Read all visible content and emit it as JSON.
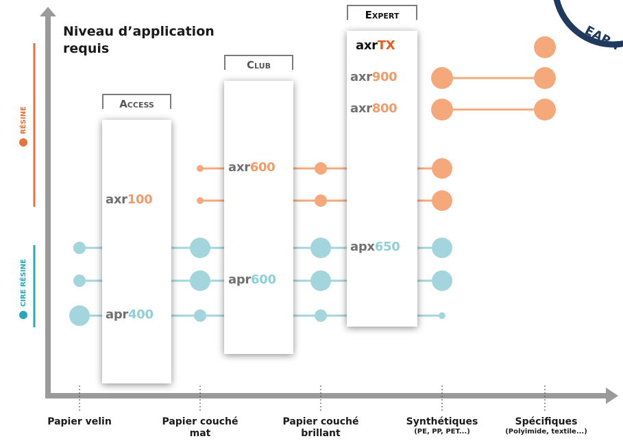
{
  "title": "Niveau d’application requis",
  "y_groups": [
    {
      "label": "RÉSINE",
      "color": "#e8733a",
      "icon": "resin-icon"
    },
    {
      "label": "CIRE RÉSINE",
      "color": "#2aa7b8",
      "icon": "wax-resin-icon"
    }
  ],
  "tiers": [
    {
      "label": "Access"
    },
    {
      "label": "Club"
    },
    {
      "label": "Expert"
    }
  ],
  "products": [
    {
      "prefix": "axr",
      "suffix": "TX"
    },
    {
      "prefix": "axr",
      "suffix": "900"
    },
    {
      "prefix": "axr",
      "suffix": "800"
    },
    {
      "prefix": "axr",
      "suffix": "600"
    },
    {
      "prefix": "axr",
      "suffix": "100"
    },
    {
      "prefix": "apx",
      "suffix": "650"
    },
    {
      "prefix": "apr",
      "suffix": "600"
    },
    {
      "prefix": "apr",
      "suffix": "400"
    }
  ],
  "x_categories": [
    {
      "label": "Papier velin",
      "sub": ""
    },
    {
      "label": "Papier couché mat",
      "sub": ""
    },
    {
      "label": "Papier couché brillant",
      "sub": ""
    },
    {
      "label": "Synthétiques",
      "sub": "(PE, PP, PET...)"
    },
    {
      "label": "Spécifiques",
      "sub": "(Polyimide, textile...)"
    }
  ],
  "colors": {
    "resin": "#f5a97a",
    "wax_resin": "#a3d5dd",
    "axis": "#9a9a9a",
    "badge": "#1f3a5c"
  },
  "badge_text": "EAR-I"
}
